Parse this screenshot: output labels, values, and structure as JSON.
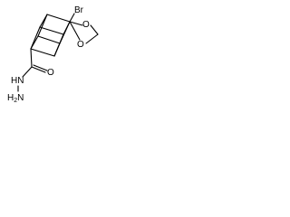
{
  "structure": {
    "atom_labels": {
      "bromine": "Br",
      "ring_oxygen_top": "O",
      "ring_oxygen_bottom": "O",
      "carbonyl_oxygen": "O",
      "amide_nitrogen_hydrogen": "HN",
      "amine_nitrogen_hydrogen": "H2N",
      "amine_nitrogen_hydrogen_part_h": "H",
      "amine_nitrogen_hydrogen_part_2": "2",
      "amine_nitrogen_hydrogen_part_n": "N"
    },
    "line_color": "#000000",
    "background_color": "#ffffff"
  }
}
